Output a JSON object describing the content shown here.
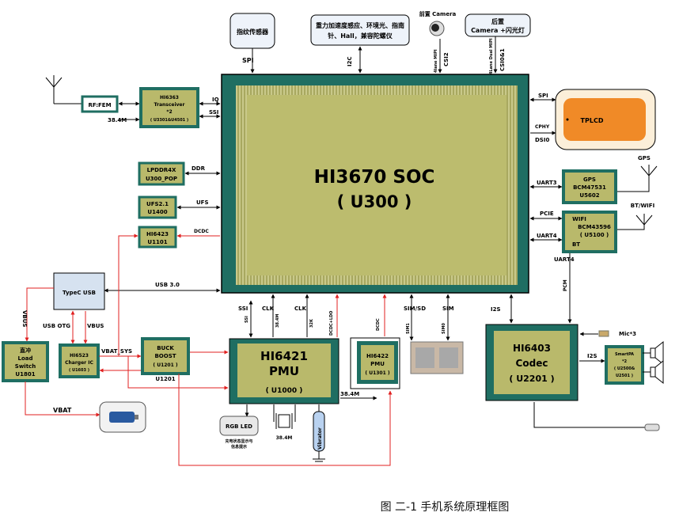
{
  "soc": {
    "name": "HI3670 SOC",
    "ref": "( U300 )"
  },
  "pmu": {
    "name1": "HI6421",
    "name2": "PMU",
    "ref": "( U1000 )"
  },
  "codec": {
    "name1": "HI6403",
    "name2": "Codec",
    "ref": "( U2201 )"
  },
  "pmu2": {
    "name": "HI6422",
    "sub": "PMU",
    "ref": "( U1301 )"
  },
  "blocks": {
    "fingerprint": "指纹传感器",
    "sensors_line1": "重力加速度感应、环境光、指南",
    "sensors_line2": "针、Hall，兼容陀螺仪",
    "front_cam": "前置 Camera",
    "rear_cam_line1": "后置",
    "rear_cam_line2": "Camera +闪光灯",
    "rffem": "RF:FEM",
    "transceiver_1": "HI6363",
    "transceiver_2": "Transceiver",
    "transceiver_3": "*2",
    "transceiver_4": "( U3301&U4501 )",
    "lpddr_1": "LPDDR4X",
    "lpddr_2": "U300_POP",
    "ufs_1": "UFS2.1",
    "ufs_2": "U1400",
    "hi6423_1": "HI6423",
    "hi6423_2": "U1101",
    "typec": "TypeC USB",
    "lcd": "TPLCD",
    "gps_1": "GPS",
    "gps_2": "BCM47531",
    "gps_3": "U5602",
    "wifi_1": "WIFI",
    "wifi_2": "BCM43596",
    "wifi_3": "( U5100 )",
    "wifi_4": "BT",
    "load_1": "直冲",
    "load_2": "Load",
    "load_3": "Switch",
    "load_4": "U1801",
    "charger_1": "HI6523",
    "charger_2": "Charger IC",
    "charger_3": "( U1603 )",
    "buck_1": "BUCK",
    "buck_2": "BOOST",
    "buck_3": "( U1201 )",
    "buck_4": "U1201",
    "rgb": "RGB LED",
    "rgb_note1": "充电状态显示与",
    "rgb_note2": "信息提示",
    "vibrator": "Vibrator",
    "smartpa_1": "SmartPA",
    "smartpa_2": "*2",
    "smartpa_3": "( U2500&",
    "smartpa_4": "U2501 )",
    "mic": "Mic*3"
  },
  "labels": {
    "spi_top": "SPI",
    "i2c": "I2C",
    "mipi": "4lane MIPI",
    "csi2": "CSI2",
    "mipi2": "4Lane Dual MIPI",
    "csi01": "CSI0&1",
    "iq": "IQ",
    "ssi": "SSI",
    "m384_rf": "38.4M",
    "ddr": "DDR",
    "ufs": "UFS",
    "dcdc": "DCDC",
    "usb30": "USB 3.0",
    "spi_lcd": "SPI",
    "cphy": "CPHY",
    "dsi0": "DSI0",
    "uart3": "UART3",
    "pcie": "PCIE",
    "uart4": "UART4",
    "uart4b": "UART4",
    "gps_ant": "GPS",
    "btwifi_ant": "BT/WIFI",
    "ssi_b": "SSI",
    "clk1": "CLK",
    "m384_b": "38.4M",
    "clk2": "CLK",
    "k32": "32K",
    "dcdc_ldo": "DCDC+LDO",
    "dcdc_b": "DCDC",
    "simsd": "SIM/SD",
    "sim1": "SIM1",
    "sim0": "SIM0",
    "sim": "SIM",
    "i2s": "I2S",
    "pcm": "PCM",
    "i2s_pa": "I2S",
    "vbus": "VBUS",
    "usbotg": "USB OTG",
    "vbus2": "VBUS",
    "vbat_sys": "VBAT_SYS",
    "vbat": "VBAT",
    "m384_pmu": "38.4M",
    "m384_xtal": "38.4M"
  },
  "caption": "图  二-1  手机系统原理框图",
  "colors": {
    "teal": "#1f6e62",
    "olive": "#b9b96b",
    "orange": "#f08a27",
    "red": "#e02020"
  }
}
